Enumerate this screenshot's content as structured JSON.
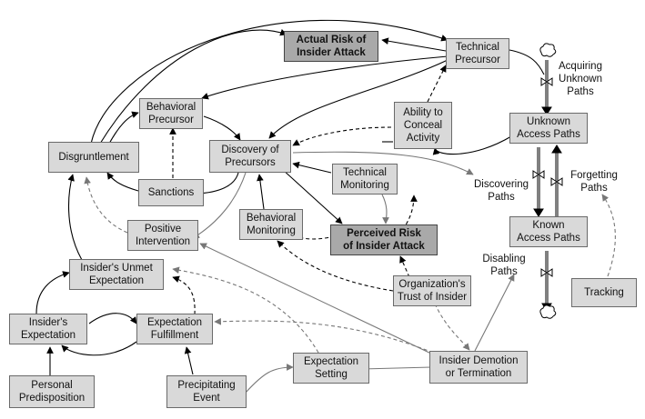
{
  "nodes": {
    "actual_risk": "Actual Risk of\nInsider Attack",
    "technical_precursor": "Technical\nPrecursor",
    "behavioral_precursor": "Behavioral\nPrecursor",
    "ability_to_conceal": "Ability to\nConceal\nActivity",
    "unknown_access_paths": "Unknown\nAccess Paths",
    "disgruntlement": "Disgruntlement",
    "discovery_of_precursors": "Discovery of\nPrecursors",
    "technical_monitoring": "Technical\nMonitoring",
    "sanctions": "Sanctions",
    "positive_intervention": "Positive\nIntervention",
    "behavioral_monitoring": "Behavioral\nMonitoring",
    "perceived_risk": "Perceived Risk\nof Insider Attack",
    "known_access_paths": "Known\nAccess Paths",
    "insiders_unmet_expectation": "Insider's Unmet\nExpectation",
    "organizations_trust": "Organization's\nTrust of Insider",
    "tracking": "Tracking",
    "insiders_expectation": "Insider's\nExpectation",
    "expectation_fulfillment": "Expectation\nFulfillment",
    "expectation_setting": "Expectation\nSetting",
    "insider_demotion": "Insider Demotion\nor Termination",
    "personal_predisposition": "Personal\nPredisposition",
    "precipitating_event": "Precipitating\nEvent"
  },
  "flow_labels": {
    "acquiring_unknown_paths": "Acquiring\nUnknown\nPaths",
    "discovering_paths": "Discovering\nPaths",
    "forgetting_paths": "Forgetting\nPaths",
    "disabling_paths": "Disabling\nPaths"
  }
}
